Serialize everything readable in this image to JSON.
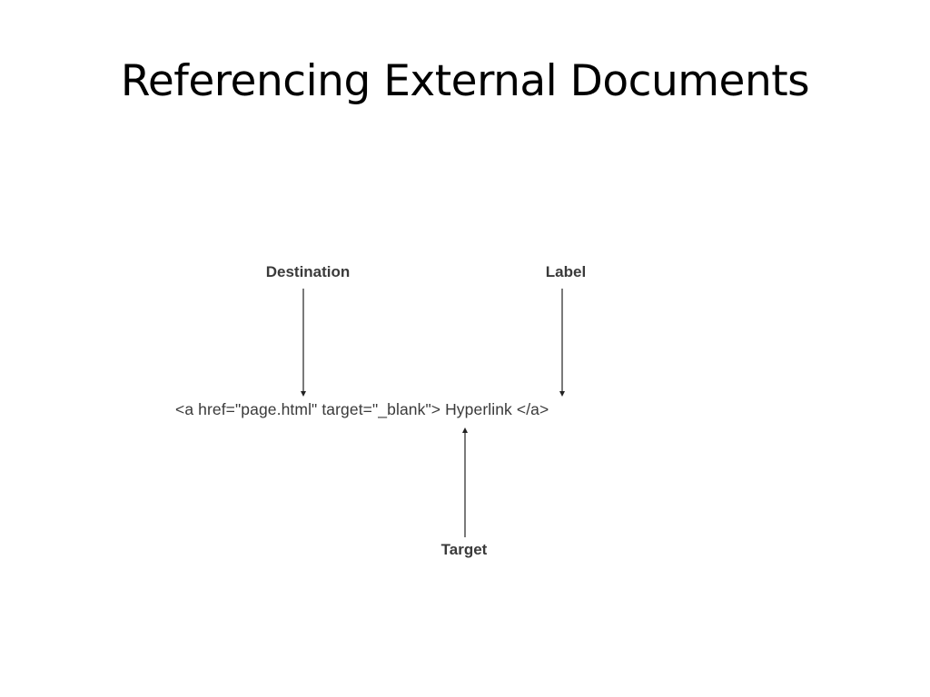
{
  "slide": {
    "title": "Referencing External Documents"
  },
  "diagram": {
    "code": "<a href=\"page.html\" target=\"_blank\"> Hyperlink </a>",
    "callouts": {
      "destination": "Destination",
      "label": "Label",
      "target": "Target"
    },
    "colors": {
      "text": "#3a3a3a",
      "arrow": "#222222"
    }
  }
}
